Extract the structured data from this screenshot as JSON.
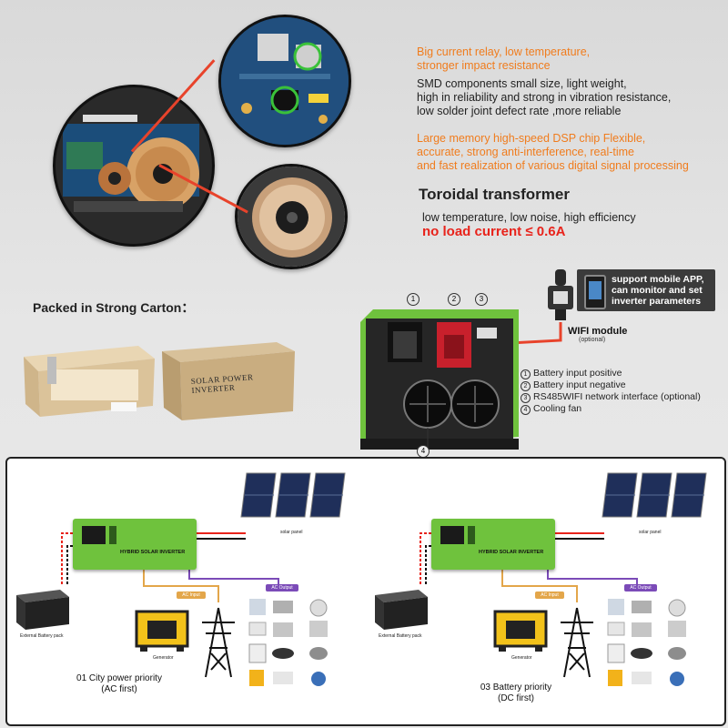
{
  "features": {
    "relay": "Big current relay, low temperature,\nstronger impact resistance",
    "smd": "SMD components  small size, light weight,\nhigh in reliability and strong in vibration resistance,\nlow solder joint defect rate ,more reliable",
    "dsp": "Large memory high-speed DSP chip Flexible,\naccurate, strong anti-interference, real-time\nand fast realization of various digital signal processing",
    "toroidal_title": "Toroidal transformer",
    "toroidal_desc": "low temperature, low noise, high efficiency",
    "no_load": "no load current ≤ 0.6A"
  },
  "carton": {
    "title": "Packed in Strong Carton：",
    "box_label": "SOLAR POWER INVERTER"
  },
  "wifi": {
    "app_text": "support mobile APP,\ncan monitor and set\ninverter parameters",
    "module_label": "WIFI module",
    "module_note": "(optional)"
  },
  "inverter": {
    "num1": "1",
    "num2": "2",
    "num3": "3",
    "num4": "4",
    "legend": [
      {
        "num": "1",
        "text": "Battery input positive"
      },
      {
        "num": "2",
        "text": "Battery input negative"
      },
      {
        "num": "3",
        "text": "RS485WIFI network interface (optional)"
      },
      {
        "num": "4",
        "text": "Cooling fan"
      }
    ]
  },
  "diagrams": {
    "left": {
      "solar_label": "solar panel",
      "inverter_label": "HYBRID SOLAR INVERTER",
      "battery_label": "External Battery pack",
      "generator_label": "Generator",
      "ac_input": "AC Input",
      "ac_output": "AC Output",
      "caption_line1": "01 City power priority",
      "caption_line2": "(AC first)"
    },
    "right": {
      "solar_label": "solar panel",
      "inverter_label": "HYBRID SOLAR INVERTER",
      "battery_label": "External Battery pack",
      "generator_label": "Generator",
      "ac_input": "AC Input",
      "ac_output": "AC Output",
      "caption_line1": "03 Battery priority",
      "caption_line2": "(DC first)"
    }
  },
  "colors": {
    "orange": "#f07c1d",
    "red": "#e8231b",
    "inverter_green": "#6fc23d",
    "panel_blue": "#1f2f5a"
  }
}
